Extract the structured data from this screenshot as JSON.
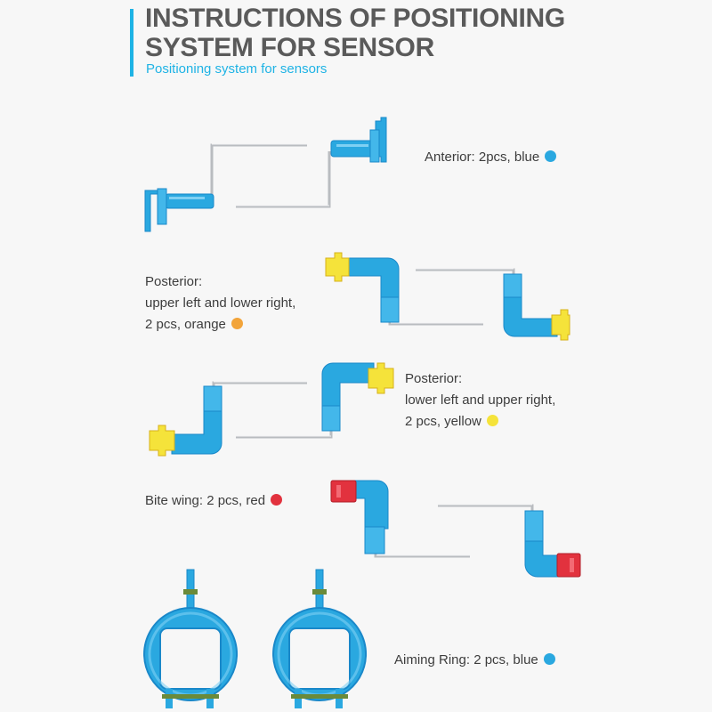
{
  "header": {
    "title_line1": "INSTRUCTIONS OF POSITIONING",
    "title_line2": "SYSTEM FOR SENSOR",
    "subtitle": "Positioning system for sensors"
  },
  "colors": {
    "accent": "#1fb3e5",
    "blue": "#2aa8e0",
    "orange": "#f2a43a",
    "yellow": "#f5e33a",
    "red": "#e2323e",
    "rod": "#b9bcc0"
  },
  "items": [
    {
      "lines": [
        "Anterior: 2pcs, blue"
      ],
      "dot_color": "#2aa8e0"
    },
    {
      "lines": [
        "Posterior:",
        "upper left and lower right,",
        "2 pcs, orange"
      ],
      "dot_color": "#f2a43a"
    },
    {
      "lines": [
        "Posterior:",
        "lower left and upper right,",
        "2 pcs, yellow"
      ],
      "dot_color": "#f5e33a"
    },
    {
      "lines": [
        "Bite wing: 2 pcs, red"
      ],
      "dot_color": "#e2323e"
    },
    {
      "lines": [
        "Aiming Ring: 2 pcs, blue"
      ],
      "dot_color": "#2aa8e0"
    }
  ]
}
